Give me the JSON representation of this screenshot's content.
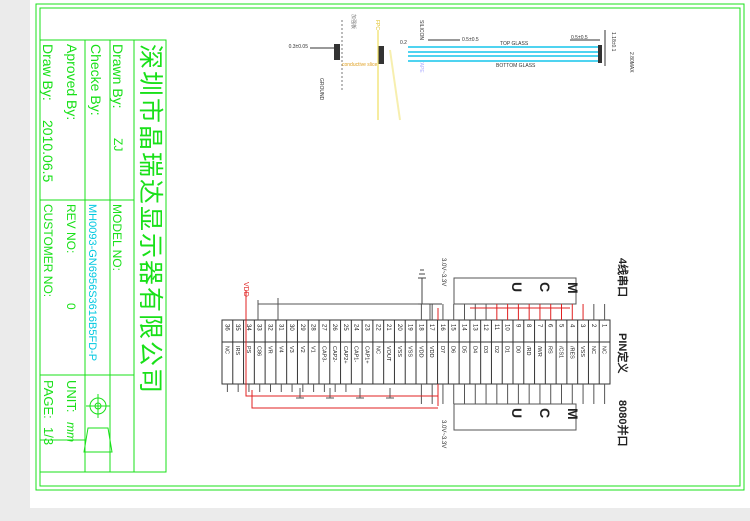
{
  "title_block": {
    "company": "深圳市晶瑞达显示器有限公司",
    "drawn_by_label": "Drawn By:",
    "drawn_by_value": "ZJ",
    "checked_by_label": "Checke By:",
    "approved_by_label": "Aproved By:",
    "draw_by_label": "Draw By:",
    "draw_date": "2010.06.5",
    "model_label": "MODEL NO:",
    "model_value": "MH0093-GN6956S3616B5FD-P",
    "rev_label": "REV NO:",
    "rev_value": "0",
    "customer_label": "CUSTOMER NO:",
    "unit_label": "UNIT:",
    "unit_value": "mm",
    "page_label": "PAGE:",
    "page_value": "1/3"
  },
  "side_view": {
    "top_glass": "TOP GLASS",
    "bottom_glass": "BOTTOM GLASS",
    "conductive": "conductive slice",
    "fpc": "FPC",
    "silicon": "SILICON",
    "dim1": "0.5±0.5",
    "dim2": "0.5±0.5",
    "dim3": "2.80MAX",
    "dim4": "1.18±0.1",
    "dim5": "0.3±0.05",
    "dim6": "0.2",
    "label_b": "加强板",
    "label_c": "TAPE",
    "label_d": "GROUND"
  },
  "pinout": {
    "heading_left": "4线串口",
    "heading_mid": "PIN定义",
    "heading_right": "8080并口",
    "mcu": [
      "M",
      "C",
      "U"
    ],
    "vdd": "VDD",
    "voltage_top": "3.0V~3.3V",
    "voltage_bottom": "3.0V~3.3V",
    "pins": [
      {
        "no": "1",
        "name": "NC"
      },
      {
        "no": "2",
        "name": "NC"
      },
      {
        "no": "3",
        "name": "VSS"
      },
      {
        "no": "4",
        "name": "/RES"
      },
      {
        "no": "5",
        "name": "/CS1"
      },
      {
        "no": "6",
        "name": "RS"
      },
      {
        "no": "7",
        "name": "/WR"
      },
      {
        "no": "8",
        "name": "/RD"
      },
      {
        "no": "9",
        "name": "D0"
      },
      {
        "no": "10",
        "name": "D1"
      },
      {
        "no": "11",
        "name": "D2"
      },
      {
        "no": "12",
        "name": "D3"
      },
      {
        "no": "13",
        "name": "D4"
      },
      {
        "no": "14",
        "name": "D5"
      },
      {
        "no": "15",
        "name": "D6"
      },
      {
        "no": "16",
        "name": "D7"
      },
      {
        "no": "17",
        "name": "VDD"
      },
      {
        "no": "18",
        "name": "VDD"
      },
      {
        "no": "19",
        "name": "VSS"
      },
      {
        "no": "20",
        "name": "VSS"
      },
      {
        "no": "21",
        "name": "VOUT"
      },
      {
        "no": "22",
        "name": "NC"
      },
      {
        "no": "23",
        "name": "CAP1+"
      },
      {
        "no": "24",
        "name": "CAP1-"
      },
      {
        "no": "25",
        "name": "CAP2+"
      },
      {
        "no": "26",
        "name": "CAP2-"
      },
      {
        "no": "27",
        "name": "CAP3-"
      },
      {
        "no": "28",
        "name": "V1"
      },
      {
        "no": "29",
        "name": "V2"
      },
      {
        "no": "30",
        "name": "V3"
      },
      {
        "no": "31",
        "name": "V4"
      },
      {
        "no": "32",
        "name": "VR"
      },
      {
        "no": "33",
        "name": "C86"
      },
      {
        "no": "34",
        "name": "PS"
      },
      {
        "no": "35",
        "name": "IRS"
      },
      {
        "no": "36",
        "name": "NC"
      }
    ]
  },
  "colors": {
    "frame": "#19e019",
    "title_text": "#19e019",
    "model_text": "#00c8e0",
    "wire_red": "#e02020",
    "glass_blue": "#4fd3f0",
    "fpc_yellow": "#f0e060"
  }
}
